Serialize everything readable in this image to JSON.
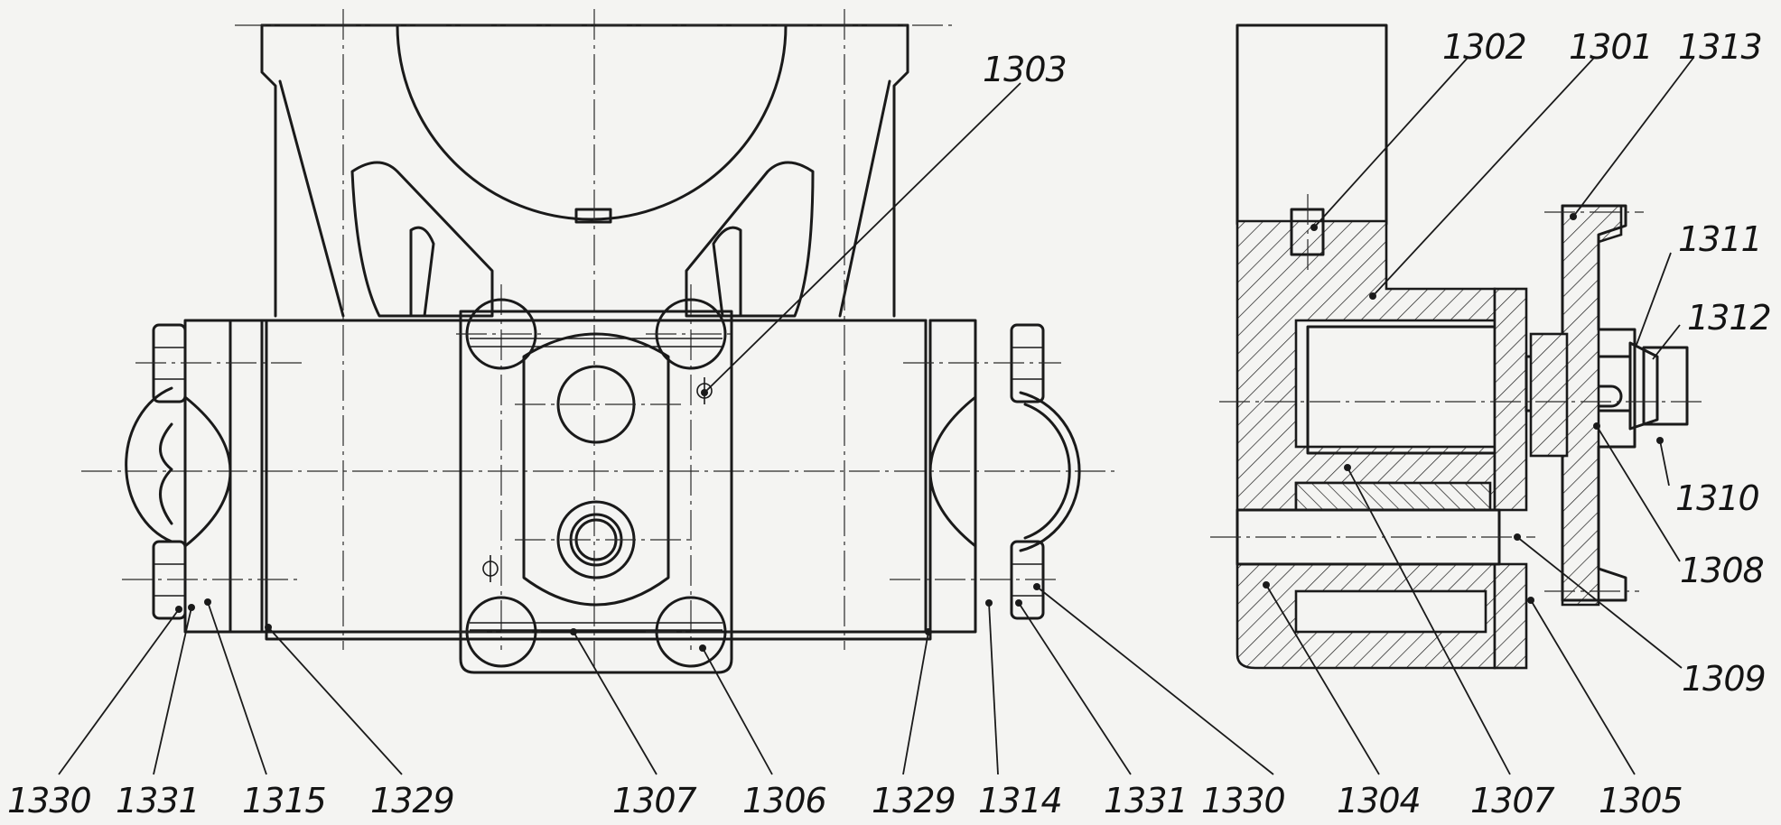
{
  "labels": {
    "l1303": "1303",
    "l1302": "1302",
    "l1301": "1301",
    "l1313": "1313",
    "l1311": "1311",
    "l1312": "1312",
    "l1310": "1310",
    "l1308": "1308",
    "l1309": "1309",
    "l1330a": "1330",
    "l1331a": "1331",
    "l1315": "1315",
    "l1329a": "1329",
    "l1307a": "1307",
    "l1306": "1306",
    "l1329b": "1329",
    "l1314": "1314",
    "l1331b": "1331",
    "l1330b": "1330",
    "l1304": "1304",
    "l1307b": "1307",
    "l1305": "1305"
  }
}
